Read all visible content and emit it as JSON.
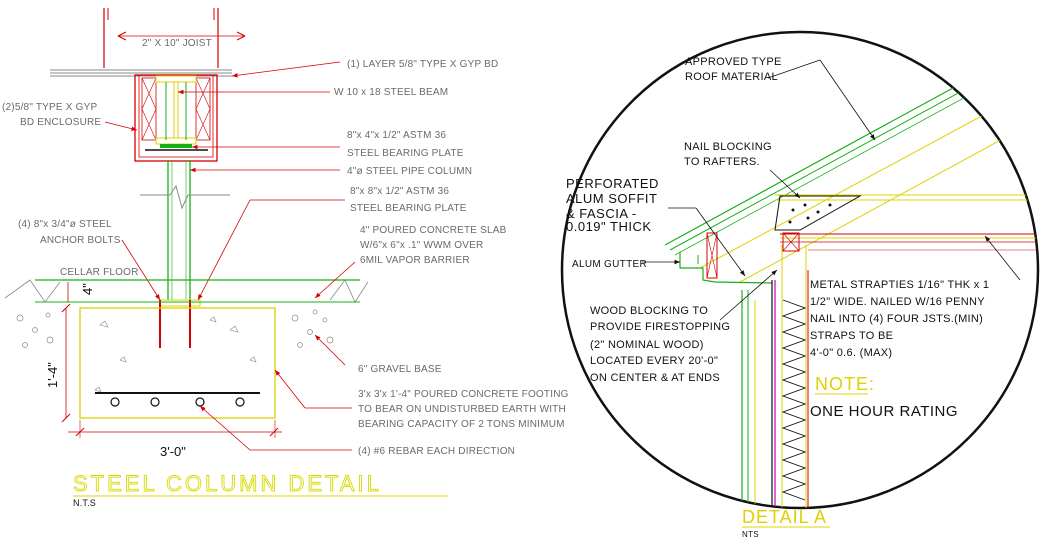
{
  "left_detail": {
    "title": "STEEL COLUMN DETAIL",
    "scale": "N.T.S",
    "labels": {
      "joist": "2\" X 10\" JOIST",
      "gyp_layer": "(1) LAYER 5/8\" TYPE X GYP BD",
      "gyp_enclosure_1": "(2)5/8\" TYPE X GYP",
      "gyp_enclosure_2": "BD ENCLOSURE",
      "steel_beam": "W 10 x 18 STEEL BEAM",
      "bearing_plate_top_1": "8\"x 4\"x 1/2\" ASTM 36",
      "bearing_plate_top_2": "STEEL BEARING PLATE",
      "pipe_column": "4\"ø STEEL PIPE COLUMN",
      "bearing_plate_bot_1": "8\"x 8\"x 1/2\" ASTM 36",
      "bearing_plate_bot_2": "STEEL BEARING PLATE",
      "anchor_bolts_1": "(4) 8\"x 3/4\"ø STEEL",
      "anchor_bolts_2": "ANCHOR BOLTS",
      "slab_1": "4\" POURED CONCRETE SLAB",
      "slab_2": "W/6\"x 6\"x .1\" WWM OVER",
      "slab_3": "6MIL VAPOR BARRIER",
      "cellar_floor": "CELLAR FLOOR",
      "gravel": "6\" GRAVEL BASE",
      "footing_1": "3'x 3'x 1'-4\" POURED CONCRETE FOOTING",
      "footing_2": "TO BEAR ON UNDISTURBED EARTH WITH",
      "footing_3": "BEARING CAPACITY OF 2 TONS MINIMUM",
      "rebar": "(4) #6 REBAR EACH DIRECTION"
    },
    "dims": {
      "slab_thk": "4\"",
      "footing_height": "1'-4\"",
      "footing_width": "3'-0\""
    }
  },
  "right_detail": {
    "title": "DETAIL A",
    "scale": "NTS",
    "labels": {
      "roof_1": "APPROVED TYPE",
      "roof_2": "ROOF MATERIAL",
      "nail_blocking_1": "NAIL BLOCKING",
      "nail_blocking_2": "TO RAFTERS.",
      "soffit_1": "PERFORATED",
      "soffit_2": "ALUM SOFFIT",
      "soffit_3": "& FASCIA -",
      "soffit_4": "0.019\" THICK",
      "gutter": "ALUM GUTTER",
      "wood_blocking_1": "WOOD BLOCKING TO",
      "wood_blocking_2": "PROVIDE FIRESTOPPING",
      "wood_blocking_3": "(2\" NOMINAL WOOD)",
      "wood_blocking_4": "LOCATED EVERY 20'-0\"",
      "wood_blocking_5": "ON CENTER & AT ENDS",
      "straps_1": "METAL STRAPTIES 1/16\" THK x 1",
      "straps_2": "1/2\" WIDE. NAILED W/16 PENNY",
      "straps_3": "NAIL INTO (4) FOUR JSTS.(MIN)",
      "straps_4": "STRAPS TO BE",
      "straps_5": "4'-0\" 0.6. (MAX)",
      "note_title": "NOTE:",
      "note_text": "ONE HOUR RATING"
    }
  },
  "colors": {
    "red": "#d40000",
    "green": "#16b016",
    "yellow": "#e0d000",
    "black": "#111111",
    "label_gray": "#6a6a6a",
    "magenta": "#c000c0"
  }
}
